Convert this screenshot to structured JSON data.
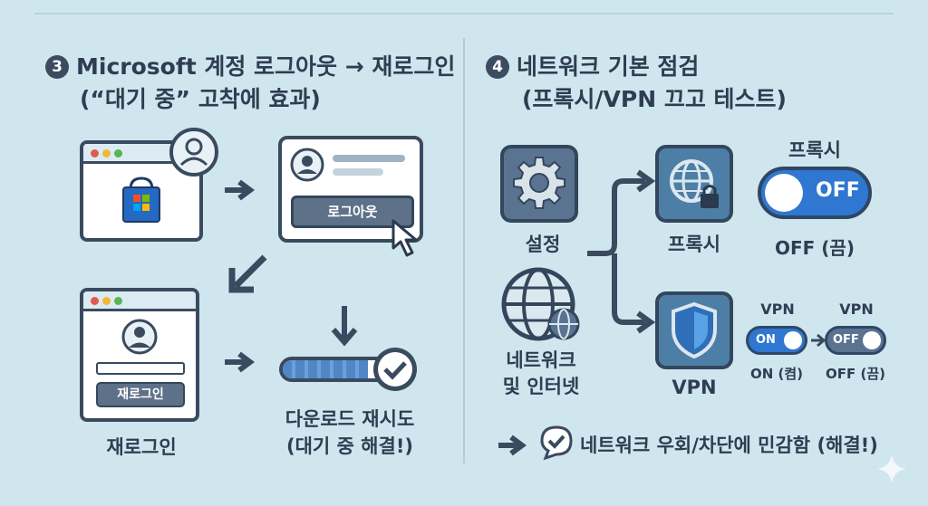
{
  "left": {
    "step": "3",
    "title_line1": "Microsoft 계정 로그아웃 → 재로그인",
    "title_line2": "(“대기 중” 고착에 효과)",
    "logout_button": "로그아웃",
    "relogin_button": "재로그인",
    "relogin_caption": "재로그인",
    "download_line1": "다운로드 재시도",
    "download_line2": "(대기 중 해결!)"
  },
  "right": {
    "step": "4",
    "title_line1": "네트워크 기본 점검",
    "title_line2": "(프록시/VPN 끄고 테스트)",
    "settings_label": "설정",
    "network_label_line1": "네트워크",
    "network_label_line2": "및 인터넷",
    "proxy_label": "프록시",
    "vpn_label": "VPN",
    "proxy_toggle_title": "프록시",
    "proxy_toggle_text": "OFF",
    "proxy_toggle_caption": "OFF (끔)",
    "vpn_on_title": "VPN",
    "vpn_on_text": "ON",
    "vpn_on_caption": "ON (켬)",
    "vpn_off_title": "VPN",
    "vpn_off_text": "OFF",
    "vpn_off_caption": "OFF (끔)",
    "footer_note": "네트워크 우회/차단에 민감함 (해결!)"
  },
  "colors": {
    "background": "#cfe6ee",
    "dark": "#3a4a5f",
    "accent_blue": "#4d7fa6",
    "toggle_blue": "#2f77d0"
  }
}
